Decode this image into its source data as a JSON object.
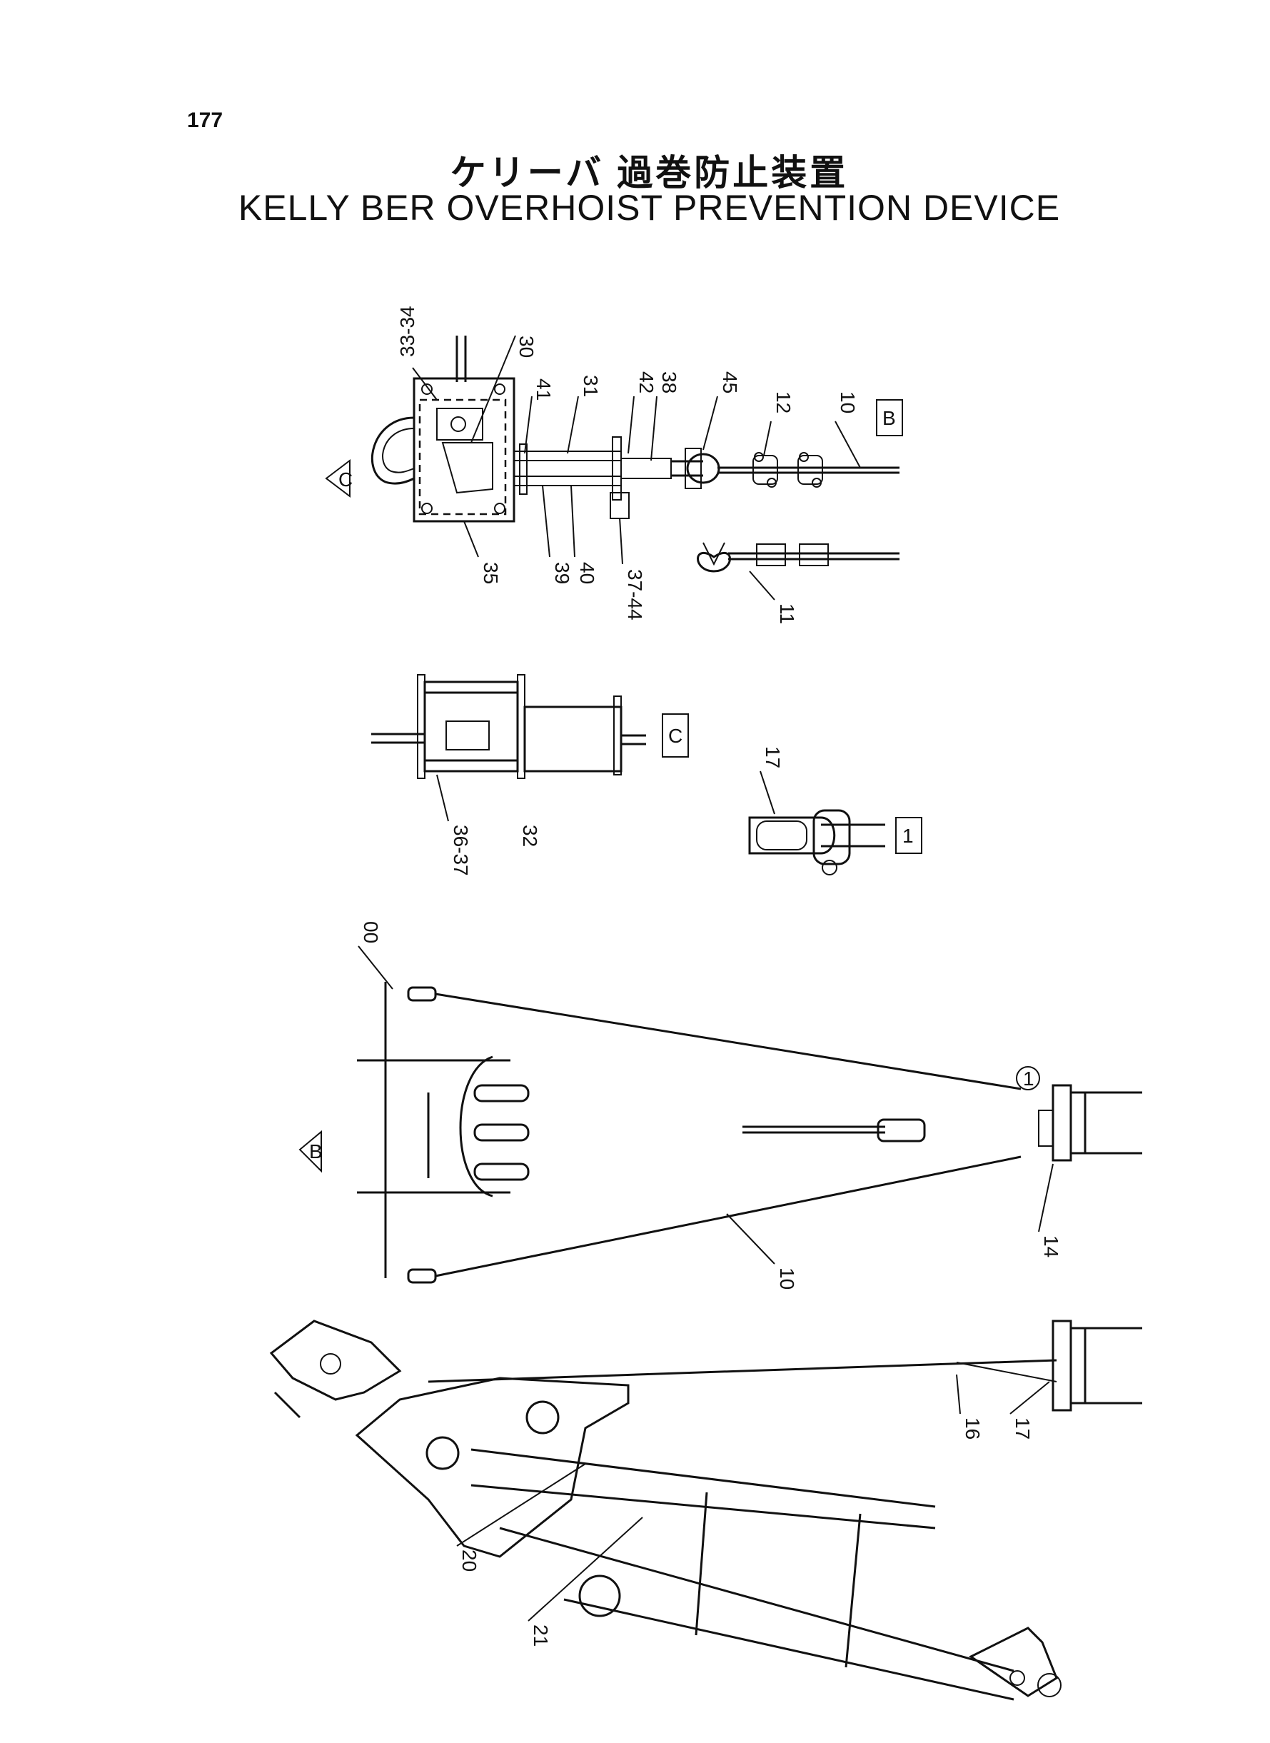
{
  "page": {
    "number": "177",
    "title_jp": "ケリーバ 過巻防止装置",
    "title_en": "KELLY BER OVERHOIST PREVENTION DEVICE"
  },
  "view_markers": {
    "box_b": "B",
    "box_c": "C",
    "box_1": "1",
    "arrow_c": "C",
    "arrow_b": "B",
    "circle_1": "1"
  },
  "callouts": {
    "c33_34": "33-34",
    "c30": "30",
    "c31": "31",
    "c41": "41",
    "c42": "42",
    "c38": "38",
    "c45": "45",
    "c12": "12",
    "c10a": "10",
    "c35": "35",
    "c39": "39",
    "c40": "40",
    "c37_44": "37-44",
    "c11": "11",
    "c36_37": "36-37",
    "c32": "32",
    "c17a": "17",
    "c00": "00",
    "c14": "14",
    "c10b": "10",
    "c16": "16",
    "c17b": "17",
    "c20": "20",
    "c21": "21"
  }
}
